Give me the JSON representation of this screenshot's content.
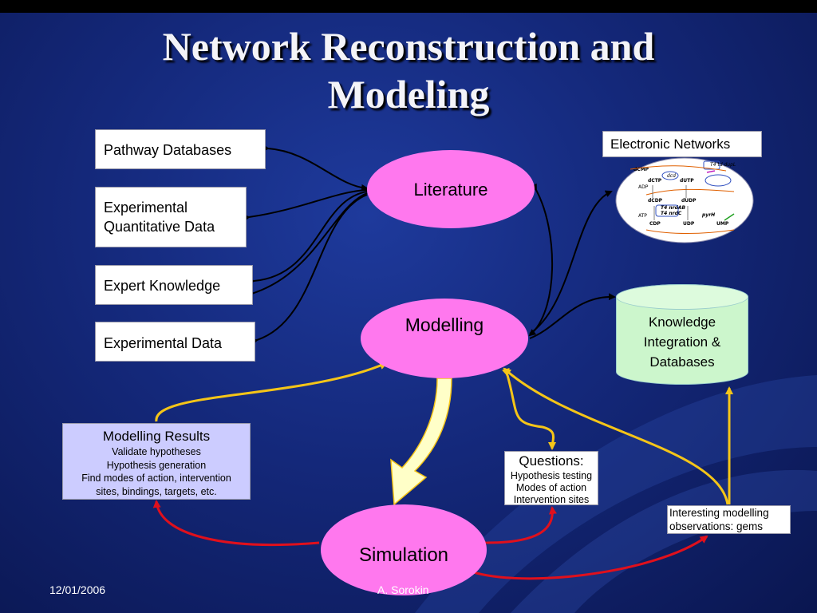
{
  "title": {
    "line1": "Network  Reconstruction and",
    "line2": "Modeling"
  },
  "boxes": {
    "pathway": "Pathway Databases",
    "exp_quant_1": "Experimental",
    "exp_quant_2": "Quantitative Data",
    "expert": "Expert Knowledge",
    "exp_data": "Experimental Data",
    "electronic": "Electronic Networks"
  },
  "nodes": {
    "literature": "Literature",
    "modelling": "Modelling",
    "simulation": "Simulation"
  },
  "knowledge": {
    "line1": "Knowledge",
    "line2": "Integration &",
    "line3": "Databases"
  },
  "results": {
    "heading": "Modelling Results",
    "items": [
      "Validate hypotheses",
      "Hypothesis generation",
      "Find modes of action, intervention",
      "sites, bindings, targets, etc."
    ]
  },
  "questions": {
    "heading": "Questions:",
    "items": [
      "Hypothesis testing",
      "Modes of action",
      "Intervention sites"
    ]
  },
  "interesting": {
    "line1": "Interesting modelling",
    "line2": "observations: gems"
  },
  "network_labels": [
    "dCMP",
    "dCTP",
    "dUTP",
    "dCDP",
    "dUDP",
    "UDP",
    "UMP",
    "CDP",
    "ATP",
    "ADP",
    "T4 nrdAB",
    "T4 nrdC",
    "pyrH",
    "dcd",
    "T4 td dupL"
  ],
  "footer": {
    "date": "12/01/2006",
    "author": "A. Sorokin"
  },
  "colors": {
    "background": "#14287a",
    "ellipse": "#ff78ee",
    "db": "#ccf6cc",
    "results": "#ccccff",
    "arrow_black": "#000000",
    "arrow_yellow": "#f5c518",
    "arrow_red": "#e0101c"
  }
}
